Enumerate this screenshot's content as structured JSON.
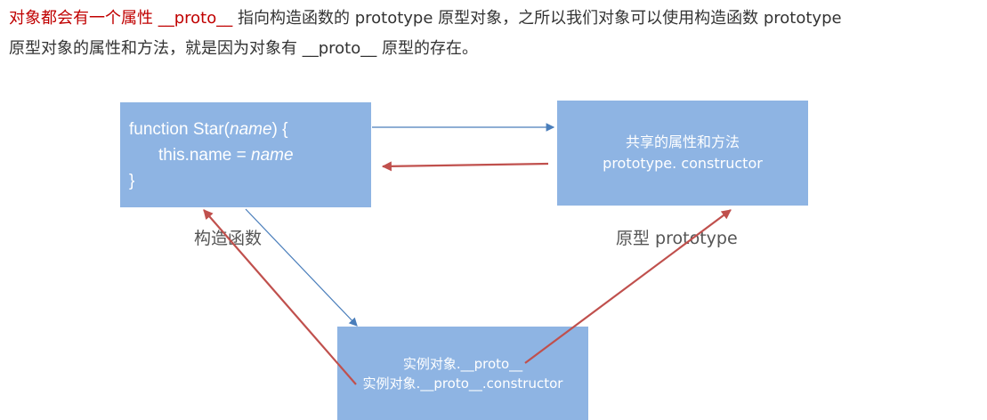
{
  "intro": {
    "highlight": "对象都会有一个属性 __proto__",
    "line1_rest": " 指向构造函数的 prototype 原型对象，之所以我们对象可以使用构造函数 prototype",
    "line2": "原型对象的属性和方法，就是因为对象有 __proto__ 原型的存在。"
  },
  "diagram": {
    "constructor_box": {
      "line1_prefix": "function Star(",
      "param": "name",
      "line1_suffix": ") {",
      "line2_prefix": "this.name = ",
      "line2_value": "name",
      "line3": "}"
    },
    "prototype_box": {
      "line1": "共享的属性和方法",
      "line2": "prototype. constructor"
    },
    "instance_box": {
      "line1": "实例对象.__proto__",
      "line2": "实例对象.__proto__.constructor"
    },
    "labels": {
      "constructor": "构造函数",
      "prototype": "原型 prototype"
    },
    "colors": {
      "box_fill": "#8eb4e3",
      "blue_arrow": "#4a7ebb",
      "red_arrow": "#c0504d",
      "highlight_text": "#c00000"
    }
  }
}
